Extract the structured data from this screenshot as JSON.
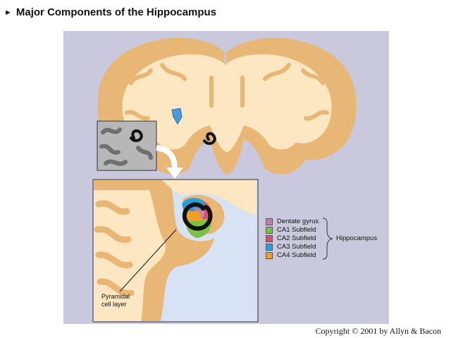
{
  "title": {
    "text": "Major Components of the Hippocampus",
    "bullet_icon": "triangle-right-icon"
  },
  "diagram": {
    "colors": {
      "panel_background": "#c9c8dd",
      "tissue": "#fde6c2",
      "gray_matter": "#e8b675",
      "ventricle": "#4d9bd6",
      "inset_background": "#d7e3f4"
    },
    "legend": [
      {
        "label": "Dentate gyrus",
        "color": "#c27fb6"
      },
      {
        "label": "CA1 Subfield",
        "color": "#7cc142"
      },
      {
        "label": "CA2 Subfield",
        "color": "#d45370"
      },
      {
        "label": "CA3 Subfield",
        "color": "#2a9ed8"
      },
      {
        "label": "CA4 Subfield",
        "color": "#f0a028"
      }
    ],
    "group_label": "Hippocampus",
    "pyramidal_label": [
      "Pyramidal",
      "cell layer"
    ]
  },
  "copyright": "Copyright © 2001 by Allyn & Bacon"
}
